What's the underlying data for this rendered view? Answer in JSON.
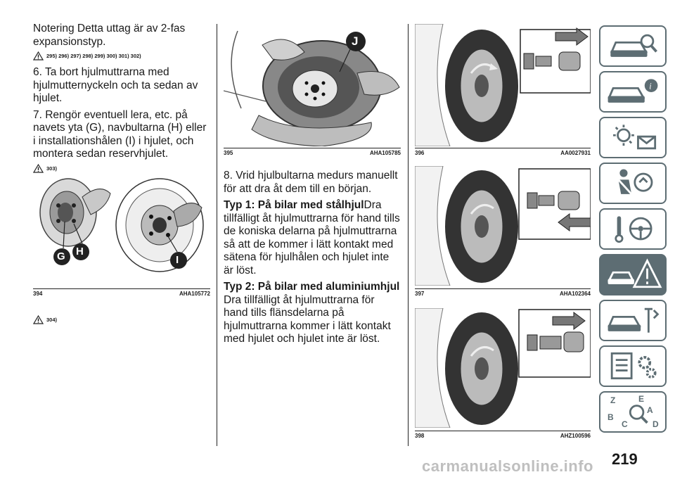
{
  "col1": {
    "intro": "Notering  Detta uttag är av 2-fas expansionstyp.",
    "warn1": "295) 296) 297) 298) 299) 300) 301) 302)",
    "step6": "6. Ta bort hjulmuttrarna med hjulmutternyckeln och ta sedan av hjulet.",
    "step7": "7. Rengör eventuell lera, etc. på navets yta (G), navbultarna (H) eller i installationshålen (I) i hjulet, och montera sedan reservhjulet.",
    "warn2": "303)",
    "fig394": {
      "num": "394",
      "code": "AHA105772",
      "labels": [
        "G",
        "H",
        "I"
      ]
    },
    "warn3": "304)"
  },
  "col2": {
    "fig395": {
      "num": "395",
      "code": "AHA105785",
      "label": "J"
    },
    "step8": "8. Vrid hjulbultarna medurs manuellt för att dra åt dem till en början.",
    "typ1_title": "Typ 1: På bilar med stålhjul",
    "typ1_text": "Dra tillfälligt åt hjulmuttrarna för hand tills de koniska delarna på hjulmuttrarna så att de kommer i lätt kontakt med sätena för hjulhålen och hjulet inte är löst.",
    "typ2_title": "Typ 2: På bilar med aluminiumhjul",
    "typ2_text": "Dra tillfälligt åt hjulmuttrarna för hand tills flänsdelarna på hjulmuttrarna kommer i lätt kontakt med hjulet och hjulet inte är löst."
  },
  "col3": {
    "fig396": {
      "num": "396",
      "code": "AA0027931"
    },
    "fig397": {
      "num": "397",
      "code": "AHA102364"
    },
    "fig398": {
      "num": "398",
      "code": "AHZ100596"
    }
  },
  "page_number": "219",
  "watermark": "carmanualsonline.info",
  "tabs": [
    {
      "icon": "car-search-icon"
    },
    {
      "icon": "car-info-icon"
    },
    {
      "icon": "dashboard-lights-icon"
    },
    {
      "icon": "seatbelt-airbag-icon"
    },
    {
      "icon": "steering-key-icon"
    },
    {
      "icon": "breakdown-warning-icon",
      "active": true
    },
    {
      "icon": "car-service-icon"
    },
    {
      "icon": "specs-gear-icon"
    },
    {
      "icon": "index-search-icon",
      "letters": [
        "Z",
        "E",
        "A",
        "B",
        "C",
        "D"
      ]
    }
  ],
  "colors": {
    "tab": "#5d6d73",
    "text": "#1a1a1a"
  }
}
